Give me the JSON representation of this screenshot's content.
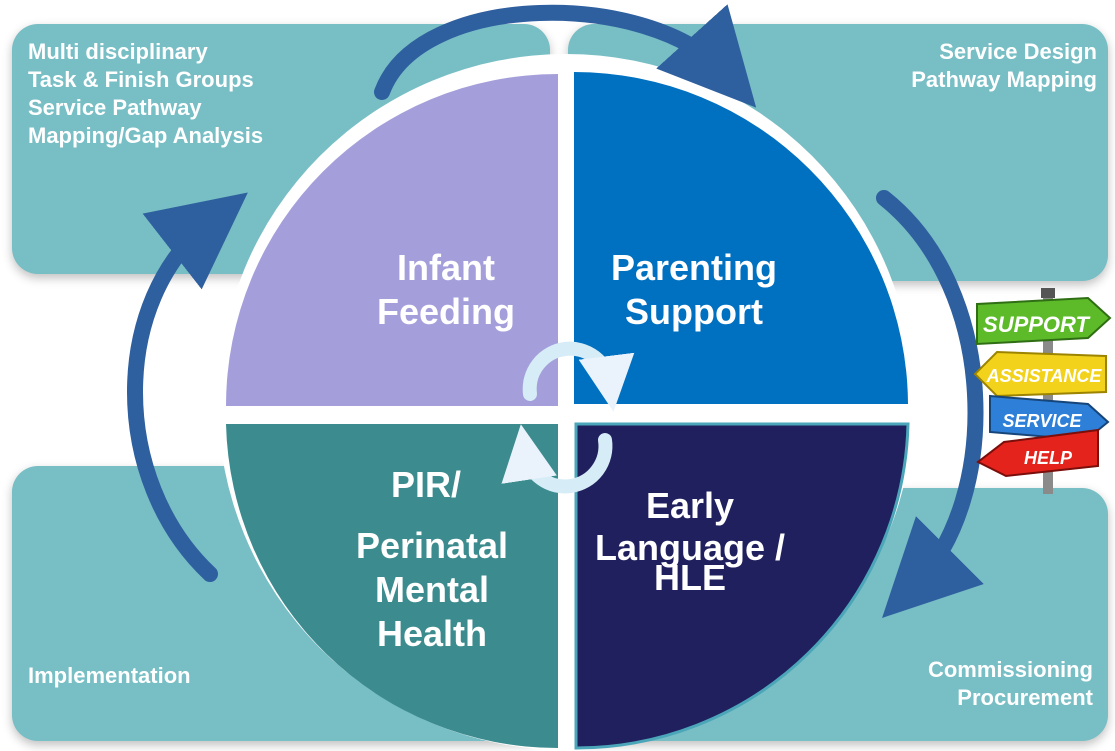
{
  "panels": {
    "top_left": {
      "lines": "Multi disciplinary\nTask & Finish Groups\nService Pathway\nMapping/Gap Analysis"
    },
    "top_right": {
      "lines": "Service Design\nPathway Mapping"
    },
    "bottom_left": {
      "lines": "Implementation"
    },
    "bottom_right": {
      "lines": "Commissioning\nProcurement"
    }
  },
  "quadrants": {
    "infant_feeding": {
      "line1": "Infant",
      "line2": "Feeding"
    },
    "parenting_support": {
      "line1": "Parenting",
      "line2": "Support"
    },
    "pir": {
      "line1": "PIR/",
      "line2": "Perinatal",
      "line3": "Mental",
      "line4": "Health"
    },
    "early_language": {
      "line1": "Early",
      "line2": "Language /",
      "line3": "HLE"
    }
  },
  "signpost": {
    "support": "SUPPORT",
    "assistance": "ASSISTANCE",
    "service": "SERVICE",
    "help": "HELP"
  },
  "colors": {
    "panel": "#77BEC5",
    "infant_feeding": "#A49FDB",
    "parenting_support": "#0070C0",
    "pir": "#3C8B8E",
    "early_language": "#20205E",
    "arrow": "#2E5F9E"
  }
}
